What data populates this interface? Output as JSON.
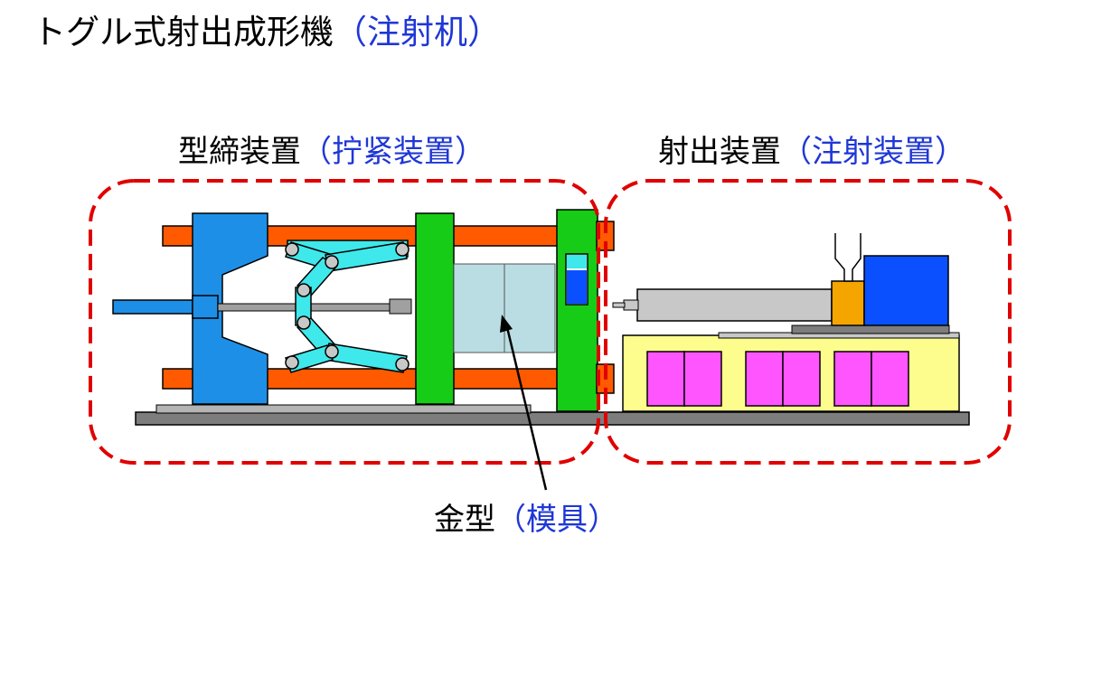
{
  "title": {
    "ja": "トグル式射出成形機",
    "cn": "（注射机）"
  },
  "labels": {
    "clamp": {
      "ja": "型締装置",
      "cn": "（拧紧装置）"
    },
    "inject": {
      "ja": "射出装置",
      "cn": "（注射装置）"
    },
    "mold": {
      "ja": "金型",
      "cn": "（模具）"
    }
  },
  "colors": {
    "clamp_platen": "#1e8fe6",
    "tie_bar": "#ff5a00",
    "toggle_link": "#3fe8ea",
    "moving_platen": "#16cc16",
    "mold": "#b9dde2",
    "barrel": "#c8c8c8",
    "hopper_throat": "#f5a500",
    "injection_motor": "#0a50ff",
    "base_cabinet": "#fdfd8e",
    "cabinet_panel": "#ff55ff",
    "highlight_box": "#e00000",
    "cn_text": "#1f37d6"
  }
}
